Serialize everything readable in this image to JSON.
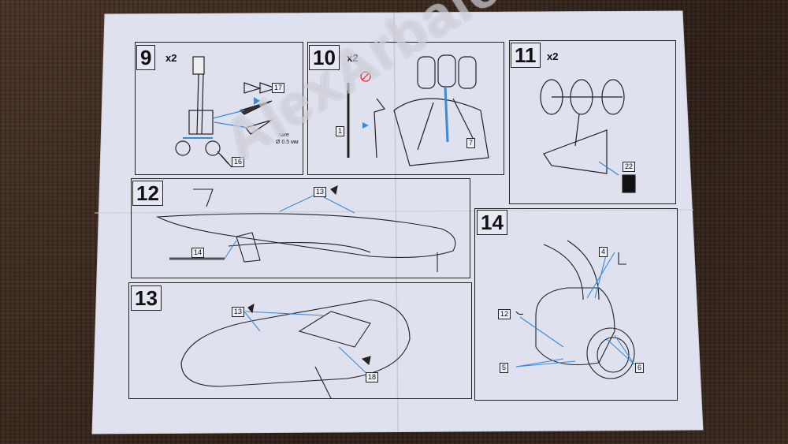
{
  "watermark": "AlexArbalet",
  "steps": {
    "s9": {
      "number": "9",
      "multiplier": "x2",
      "callouts": [
        "17",
        "16"
      ],
      "note_line1": "wire",
      "note_line2": "Ø 0.5 мм"
    },
    "s10": {
      "number": "10",
      "multiplier": "x2",
      "callouts": [
        "1",
        "7"
      ]
    },
    "s11": {
      "number": "11",
      "multiplier": "x2",
      "callouts": [
        "22"
      ]
    },
    "s12": {
      "number": "12",
      "callouts": [
        "13",
        "14"
      ]
    },
    "s13": {
      "number": "13",
      "callouts": [
        "13",
        "18"
      ]
    },
    "s14": {
      "number": "14",
      "callouts": [
        "4",
        "12",
        "5",
        "6"
      ]
    }
  }
}
